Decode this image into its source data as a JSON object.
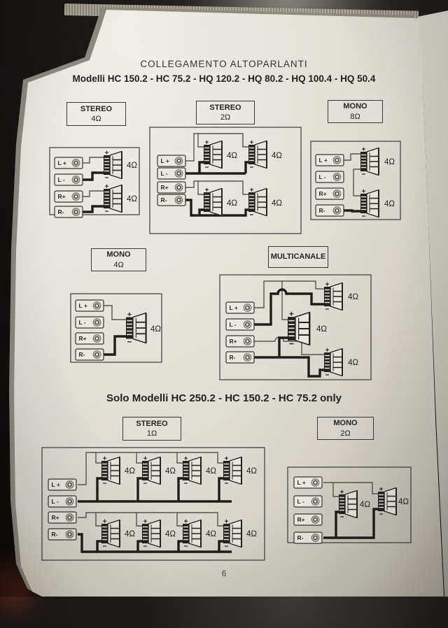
{
  "headings": {
    "title": "COLLEGAMENTO ALTOPARLANTI",
    "models": "Modelli HC 150.2 - HC 75.2 - HQ 120.2 - HQ 80.2 - HQ 100.4 - HQ 50.4",
    "solo": "Solo Modelli HC 250.2 - HC 150.2 - HC 75.2 only",
    "page_number": "6"
  },
  "terminals": [
    "L +",
    "L -",
    "R+",
    "R-"
  ],
  "colors": {
    "paper": "#e6e3db",
    "background": "#131110",
    "ink": "#23211e"
  },
  "diagrams": [
    {
      "id": "stereo-4ohm",
      "mode": "STEREO",
      "impedance": "4Ω",
      "speakers": [
        "4Ω",
        "4Ω"
      ]
    },
    {
      "id": "stereo-2ohm",
      "mode": "STEREO",
      "impedance": "2Ω",
      "speakers": [
        "4Ω",
        "4Ω",
        "4Ω",
        "4Ω"
      ]
    },
    {
      "id": "mono-8ohm",
      "mode": "MONO",
      "impedance": "8Ω",
      "speakers": [
        "4Ω",
        "4Ω"
      ]
    },
    {
      "id": "mono-4ohm",
      "mode": "MONO",
      "impedance": "4Ω",
      "speakers": [
        "4Ω"
      ]
    },
    {
      "id": "multicanale",
      "mode": "MULTICANALE",
      "impedance": null,
      "speakers": [
        "4Ω",
        "4Ω",
        "4Ω"
      ]
    },
    {
      "id": "stereo-1ohm",
      "mode": "STEREO",
      "impedance": "1Ω",
      "speakers": [
        "4Ω",
        "4Ω",
        "4Ω",
        "4Ω",
        "4Ω",
        "4Ω",
        "4Ω",
        "4Ω"
      ]
    },
    {
      "id": "mono-2ohm",
      "mode": "MONO",
      "impedance": "2Ω",
      "speakers": [
        "4Ω",
        "4Ω"
      ]
    }
  ]
}
